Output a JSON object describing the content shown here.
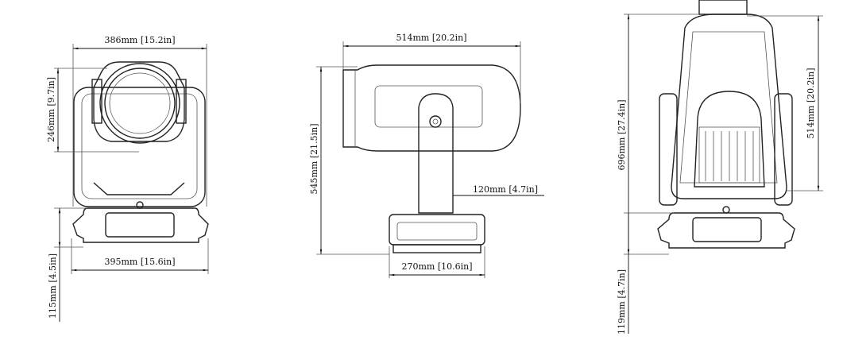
{
  "front_view": {
    "width_top": "386mm [15.2in]",
    "head_height": "246mm [9.7in]",
    "base_width": "395mm [15.6in]",
    "base_height": "115mm [4.5in]"
  },
  "side_view": {
    "length": "514mm [20.2in]",
    "height": "545mm [21.5in]",
    "arm_offset": "120mm [4.7in]",
    "base_width": "270mm [10.6in]"
  },
  "back_view": {
    "total_height": "696mm [27.4in]",
    "head_length": "514mm [20.2in]",
    "base_height": "119mm [4.7in]"
  }
}
